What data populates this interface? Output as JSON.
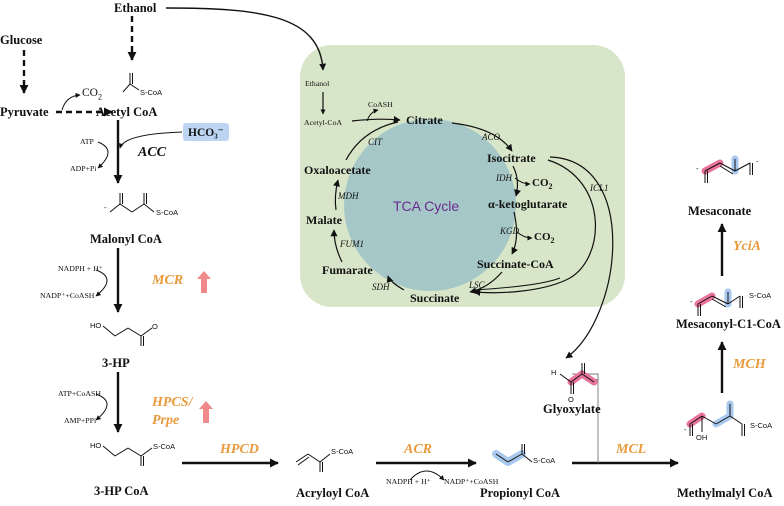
{
  "metabolites": {
    "glucose": "Glucose",
    "ethanol": "Ethanol",
    "pyruvate": "Pyruvate",
    "co2": "CO",
    "co2_sub": "2",
    "acetyl_coa": "Acetyl CoA",
    "malonyl_coa": "Malonyl CoA",
    "hp3": "3-HP",
    "hp3_coa": "3-HP CoA",
    "acryloyl_coa": "Acryloyl CoA",
    "propionyl_coa": "Propionyl CoA",
    "glyoxylate": "Glyoxylate",
    "methylmalyl_coa": "Methylmalyl CoA",
    "mesaconyl_coa": "Mesaconyl-C1-CoA",
    "mesaconate": "Mesaconate"
  },
  "enzymes": {
    "acc": "ACC",
    "mcr": "MCR",
    "hpcs_1": "HPCS/",
    "hpcs_2": "Prpe",
    "hpcd": "HPCD",
    "acr": "ACR",
    "mcl": "MCL",
    "mch": "MCH",
    "ycia": "YciA"
  },
  "cofactors": {
    "hco3": "HCO₃⁻",
    "atp": "ATP",
    "adp_pi": "ADP+Pi",
    "nadph_1": "NADPH + H⁺",
    "nadp_coash_1": "NADP⁺+CoASH",
    "atp_coash": "ATP+CoASH",
    "amp_ppi": "AMP+PPi",
    "nadph_2": "NADPH + H⁺",
    "nadp_coash_2": "NADP⁺+CoASH"
  },
  "structure_labels": {
    "scoa": "S-CoA",
    "ho": "HO",
    "oh": "OH",
    "o": "O",
    "h": "H",
    "minus": "-"
  },
  "tca": {
    "title": "TCA Cycle",
    "ethanol": "Ethanol",
    "acetyl_coa": "Acetyl-CoA",
    "coash": "CoASH",
    "citrate": "Citrate",
    "isocitrate": "Isocitrate",
    "akg": "α-ketoglutarate",
    "succinyl_coa": "Succinate-CoA",
    "succinate": "Succinate",
    "fumarate": "Fumarate",
    "malate": "Malate",
    "oxaloacetate": "Oxaloacetate",
    "co2": "CO",
    "co2_sub": "2",
    "enzymes": {
      "cit": "CIT",
      "aco": "ACO",
      "idh": "IDH",
      "kgd": "KGD",
      "lsc": "LSC",
      "sdh": "SDH",
      "fum1": "FUM1",
      "mdh": "MDH",
      "icl1": "ICL1"
    }
  },
  "colors": {
    "tca_box": "#d7e5c8",
    "tca_circle": "#a6c7c7",
    "enzyme_orange": "#e89a3c",
    "up_arrow": "#f08a8a",
    "highlight_blue": "#a9c8ee",
    "highlight_pink": "#e9739b",
    "title_purple": "#6a2c8e"
  },
  "icons": [
    "up-arrow-icon"
  ]
}
